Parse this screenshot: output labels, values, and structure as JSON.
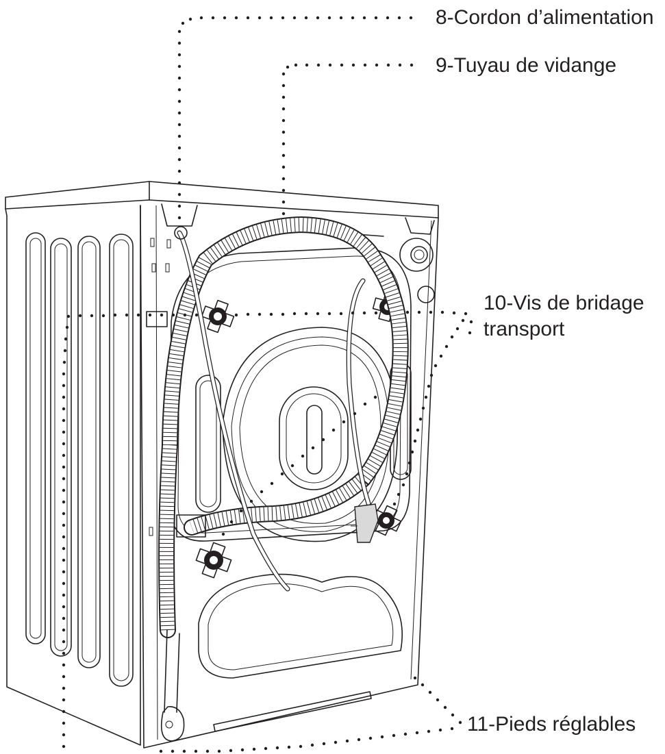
{
  "labels": {
    "power_cord": "8-Cordon d’alimentation",
    "drain_hose": "9-Tuyau de vidange",
    "transit_bolts_line1": "10-Vis de bridage",
    "transit_bolts_line2": "transport",
    "adjustable_feet": "11-Pieds réglables"
  },
  "colors": {
    "ink": "#231f20",
    "background": "#ffffff",
    "plug": "#d9d9d9"
  }
}
